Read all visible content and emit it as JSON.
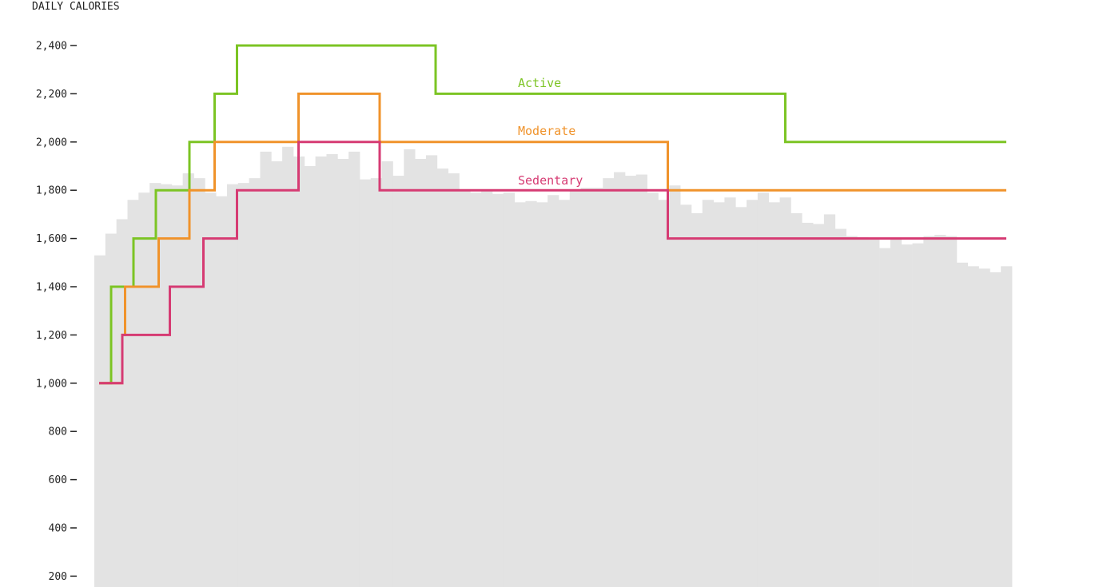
{
  "chart_data": {
    "type": "bar",
    "title": "",
    "ylabel": "DAILY CALORIES",
    "xlabel": "",
    "ylim": [
      140,
      2560
    ],
    "y_ticks": [
      {
        "value": 200,
        "label": "200"
      },
      {
        "value": 400,
        "label": "400"
      },
      {
        "value": 600,
        "label": "600"
      },
      {
        "value": 800,
        "label": "800"
      },
      {
        "value": 1000,
        "label": "1,000"
      },
      {
        "value": 1200,
        "label": "1,200"
      },
      {
        "value": 1400,
        "label": "1,400"
      },
      {
        "value": 1600,
        "label": "1,600"
      },
      {
        "value": 1800,
        "label": "1,800"
      },
      {
        "value": 2000,
        "label": "2,000"
      },
      {
        "value": 2200,
        "label": "2,200"
      },
      {
        "value": 2400,
        "label": "2,400"
      }
    ],
    "grid": false,
    "bar_color": "#e3e3e3",
    "x_domain": [
      0,
      82
    ],
    "bars": [
      1530,
      1620,
      1680,
      1760,
      1790,
      1830,
      1825,
      1820,
      1870,
      1850,
      1790,
      1775,
      1825,
      1830,
      1850,
      1960,
      1920,
      1980,
      1940,
      1900,
      1940,
      1950,
      1930,
      1960,
      1845,
      1850,
      1920,
      1860,
      1970,
      1930,
      1945,
      1890,
      1870,
      1800,
      1790,
      1795,
      1785,
      1790,
      1750,
      1755,
      1750,
      1780,
      1760,
      1800,
      1810,
      1810,
      1850,
      1875,
      1860,
      1865,
      1790,
      1760,
      1820,
      1740,
      1705,
      1760,
      1750,
      1770,
      1730,
      1760,
      1790,
      1750,
      1770,
      1705,
      1665,
      1660,
      1700,
      1640,
      1610,
      1605,
      1595,
      1560,
      1600,
      1575,
      1580,
      1610,
      1615,
      1610,
      1500,
      1485,
      1475,
      1460,
      1485
    ],
    "series": [
      {
        "name": "Active",
        "color": "#7cc424",
        "steps": [
          [
            0.5,
            1000
          ],
          [
            1.5,
            1400
          ],
          [
            3.5,
            1600
          ],
          [
            5.5,
            1800
          ],
          [
            8.5,
            2000
          ],
          [
            10.75,
            2200
          ],
          [
            12.75,
            2400
          ],
          [
            30.5,
            2200
          ],
          [
            61.75,
            2000
          ],
          [
            81.5,
            2000
          ]
        ]
      },
      {
        "name": "Moderate",
        "color": "#f0932b",
        "steps": [
          [
            0.5,
            1000
          ],
          [
            2.5,
            1200
          ],
          [
            2.75,
            1400
          ],
          [
            5.75,
            1600
          ],
          [
            8.5,
            1800
          ],
          [
            10.75,
            2000
          ],
          [
            18.25,
            2200
          ],
          [
            25.5,
            2000
          ],
          [
            51.25,
            1800
          ],
          [
            81.5,
            1800
          ]
        ]
      },
      {
        "name": "Sedentary",
        "color": "#d63b73",
        "steps": [
          [
            0.5,
            1000
          ],
          [
            2.5,
            1200
          ],
          [
            6.75,
            1400
          ],
          [
            9.75,
            1600
          ],
          [
            12.75,
            1800
          ],
          [
            18.25,
            2000
          ],
          [
            25.5,
            1800
          ],
          [
            51.25,
            1600
          ],
          [
            81.5,
            1600
          ]
        ]
      }
    ]
  }
}
